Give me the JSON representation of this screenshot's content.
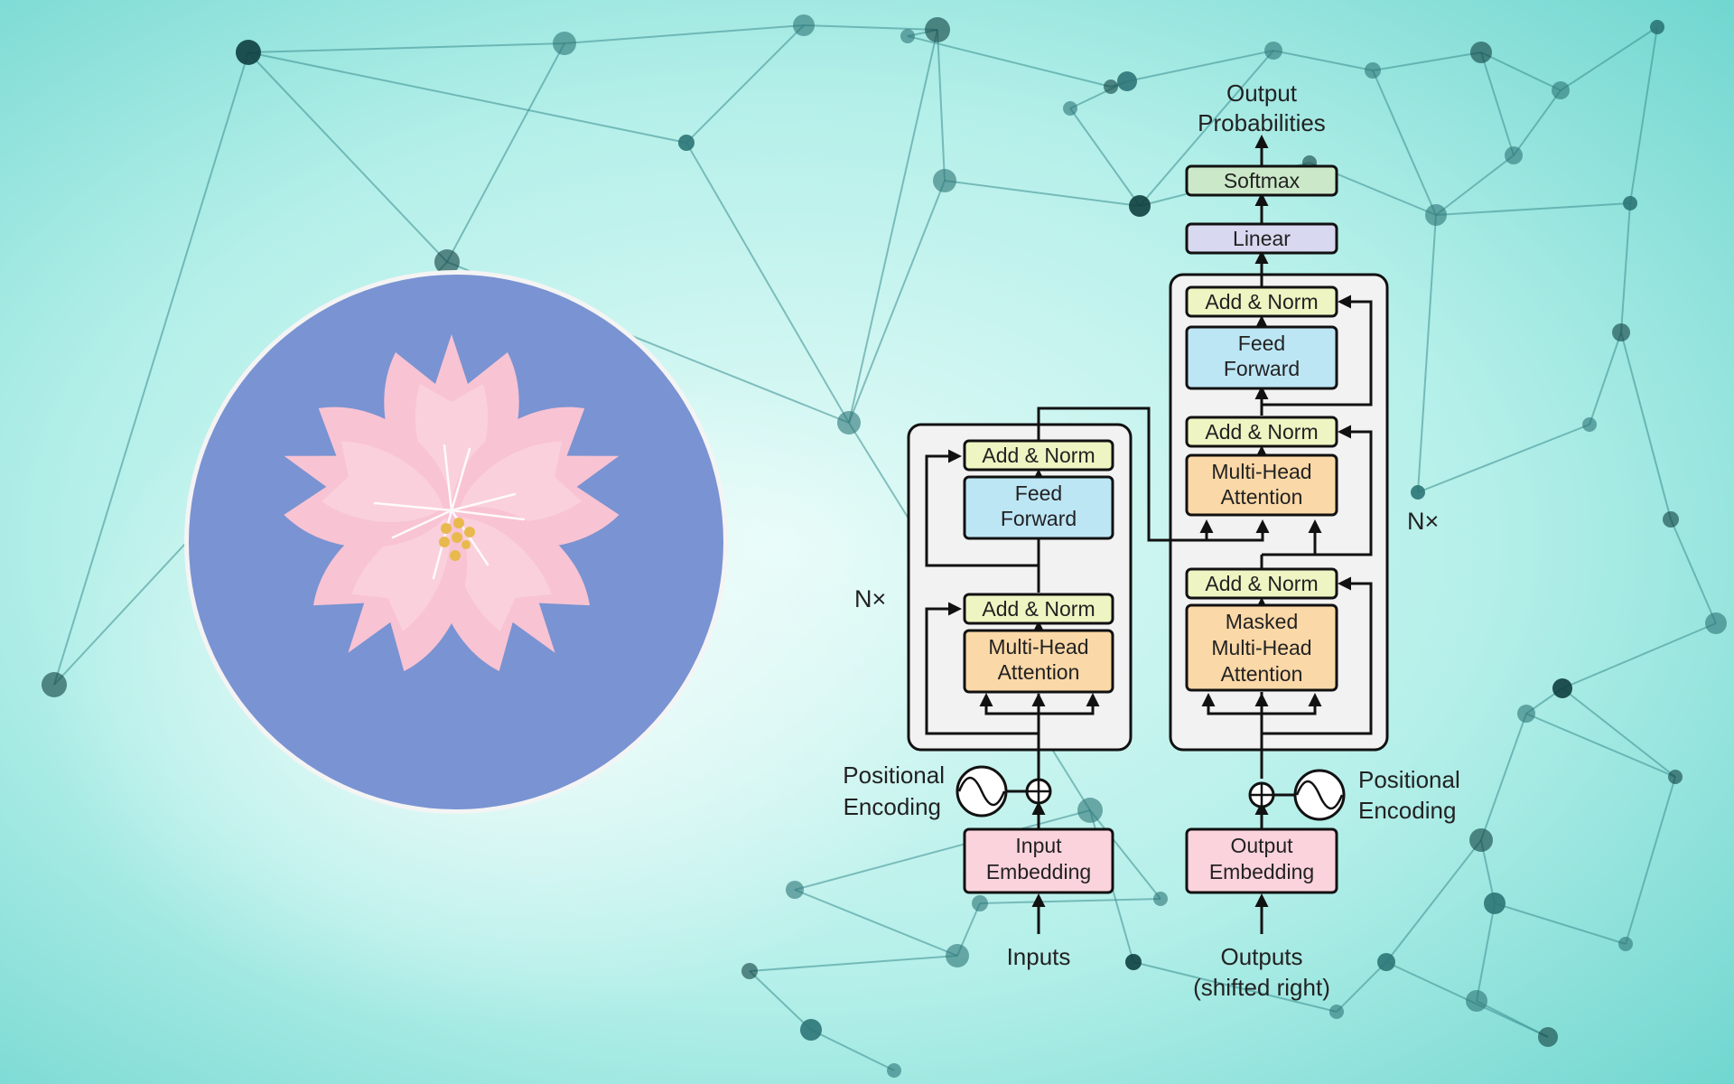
{
  "colors": {
    "background_light": "#d8f7f3",
    "background_teal": "#7fded6",
    "network_node": "#1f5f62",
    "network_line": "#3c8f91",
    "logo_circle": "#7a93d2",
    "petal": "#f8c3d3",
    "petal_light": "#fbd9e3",
    "pistil": "#e8b94d",
    "add_norm": "#eef5c2",
    "feed_forward": "#bde6f5",
    "attention": "#fbd8a7",
    "embedding": "#fbd3dc",
    "linear": "#d8d8f0",
    "softmax": "#cbe9c9",
    "stack_fill": "#f2f2f2",
    "stroke": "#111111"
  },
  "logo": {
    "icon": "cherry-blossom-icon"
  },
  "diagram": {
    "output_probabilities": [
      "Output",
      "Probabilities"
    ],
    "softmax": "Softmax",
    "linear": "Linear",
    "nx_left": "N×",
    "nx_right": "N×",
    "encoder": {
      "add_norm_top": "Add & Norm",
      "feed_forward": [
        "Feed",
        "Forward"
      ],
      "add_norm_bottom": "Add & Norm",
      "attention": [
        "Multi-Head",
        "Attention"
      ]
    },
    "decoder": {
      "add_norm_top": "Add & Norm",
      "feed_forward": [
        "Feed",
        "Forward"
      ],
      "add_norm_mid": "Add & Norm",
      "attention": [
        "Multi-Head",
        "Attention"
      ],
      "add_norm_bottom": "Add & Norm",
      "masked_attention": [
        "Masked",
        "Multi-Head",
        "Attention"
      ]
    },
    "positional_encoding_left": [
      "Positional",
      "Encoding"
    ],
    "positional_encoding_right": [
      "Positional",
      "Encoding"
    ],
    "input_embedding": [
      "Input",
      "Embedding"
    ],
    "output_embedding": [
      "Output",
      "Embedding"
    ],
    "inputs": "Inputs",
    "outputs": [
      "Outputs",
      "(shifted right)"
    ]
  }
}
